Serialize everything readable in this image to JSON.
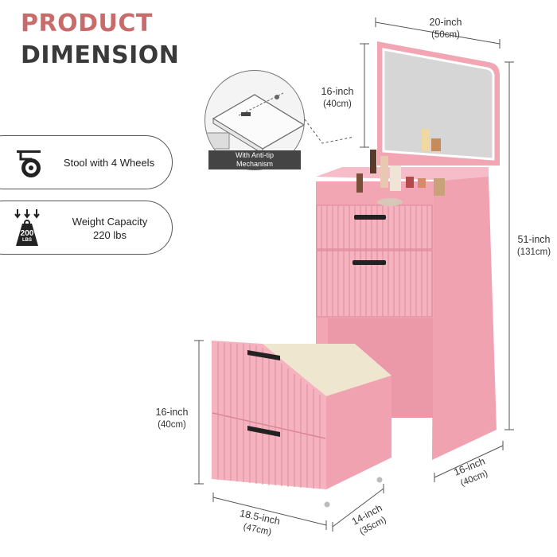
{
  "heading": {
    "line1": "PRODUCT",
    "line2": "DIMENSION",
    "line1_color": "#c86b6b",
    "line2_color": "#3a3a3a"
  },
  "features": [
    {
      "icon": "caster-wheel-icon",
      "label": "Stool with 4 Wheels"
    },
    {
      "icon": "weight-icon",
      "badge": "200",
      "badge_unit": "LBS",
      "label_line1": "Weight Capacity",
      "label_line2": "220 lbs"
    }
  ],
  "callout": {
    "line1": "With Anti-tip",
    "line2": "Mechanism"
  },
  "dimensions": {
    "vanity_width": {
      "imperial": "20-inch",
      "metric": "(50cm)"
    },
    "mirror_height": {
      "imperial": "16-inch",
      "metric": "(40cm)"
    },
    "vanity_height": {
      "imperial": "51-inch",
      "metric": "(131cm)"
    },
    "vanity_depth": {
      "imperial": "16-inch",
      "metric": "(40cm)"
    },
    "stool_height": {
      "imperial": "16-inch",
      "metric": "(40cm)"
    },
    "stool_width": {
      "imperial": "18.5-inch",
      "metric": "(47cm)"
    },
    "stool_depth": {
      "imperial": "14-inch",
      "metric": "(35cm)"
    }
  },
  "colors": {
    "pink": "#f2a6b4",
    "pink_dark": "#e58fa0",
    "mirror": "#d9d9d9",
    "cushion": "#efe6cf"
  }
}
